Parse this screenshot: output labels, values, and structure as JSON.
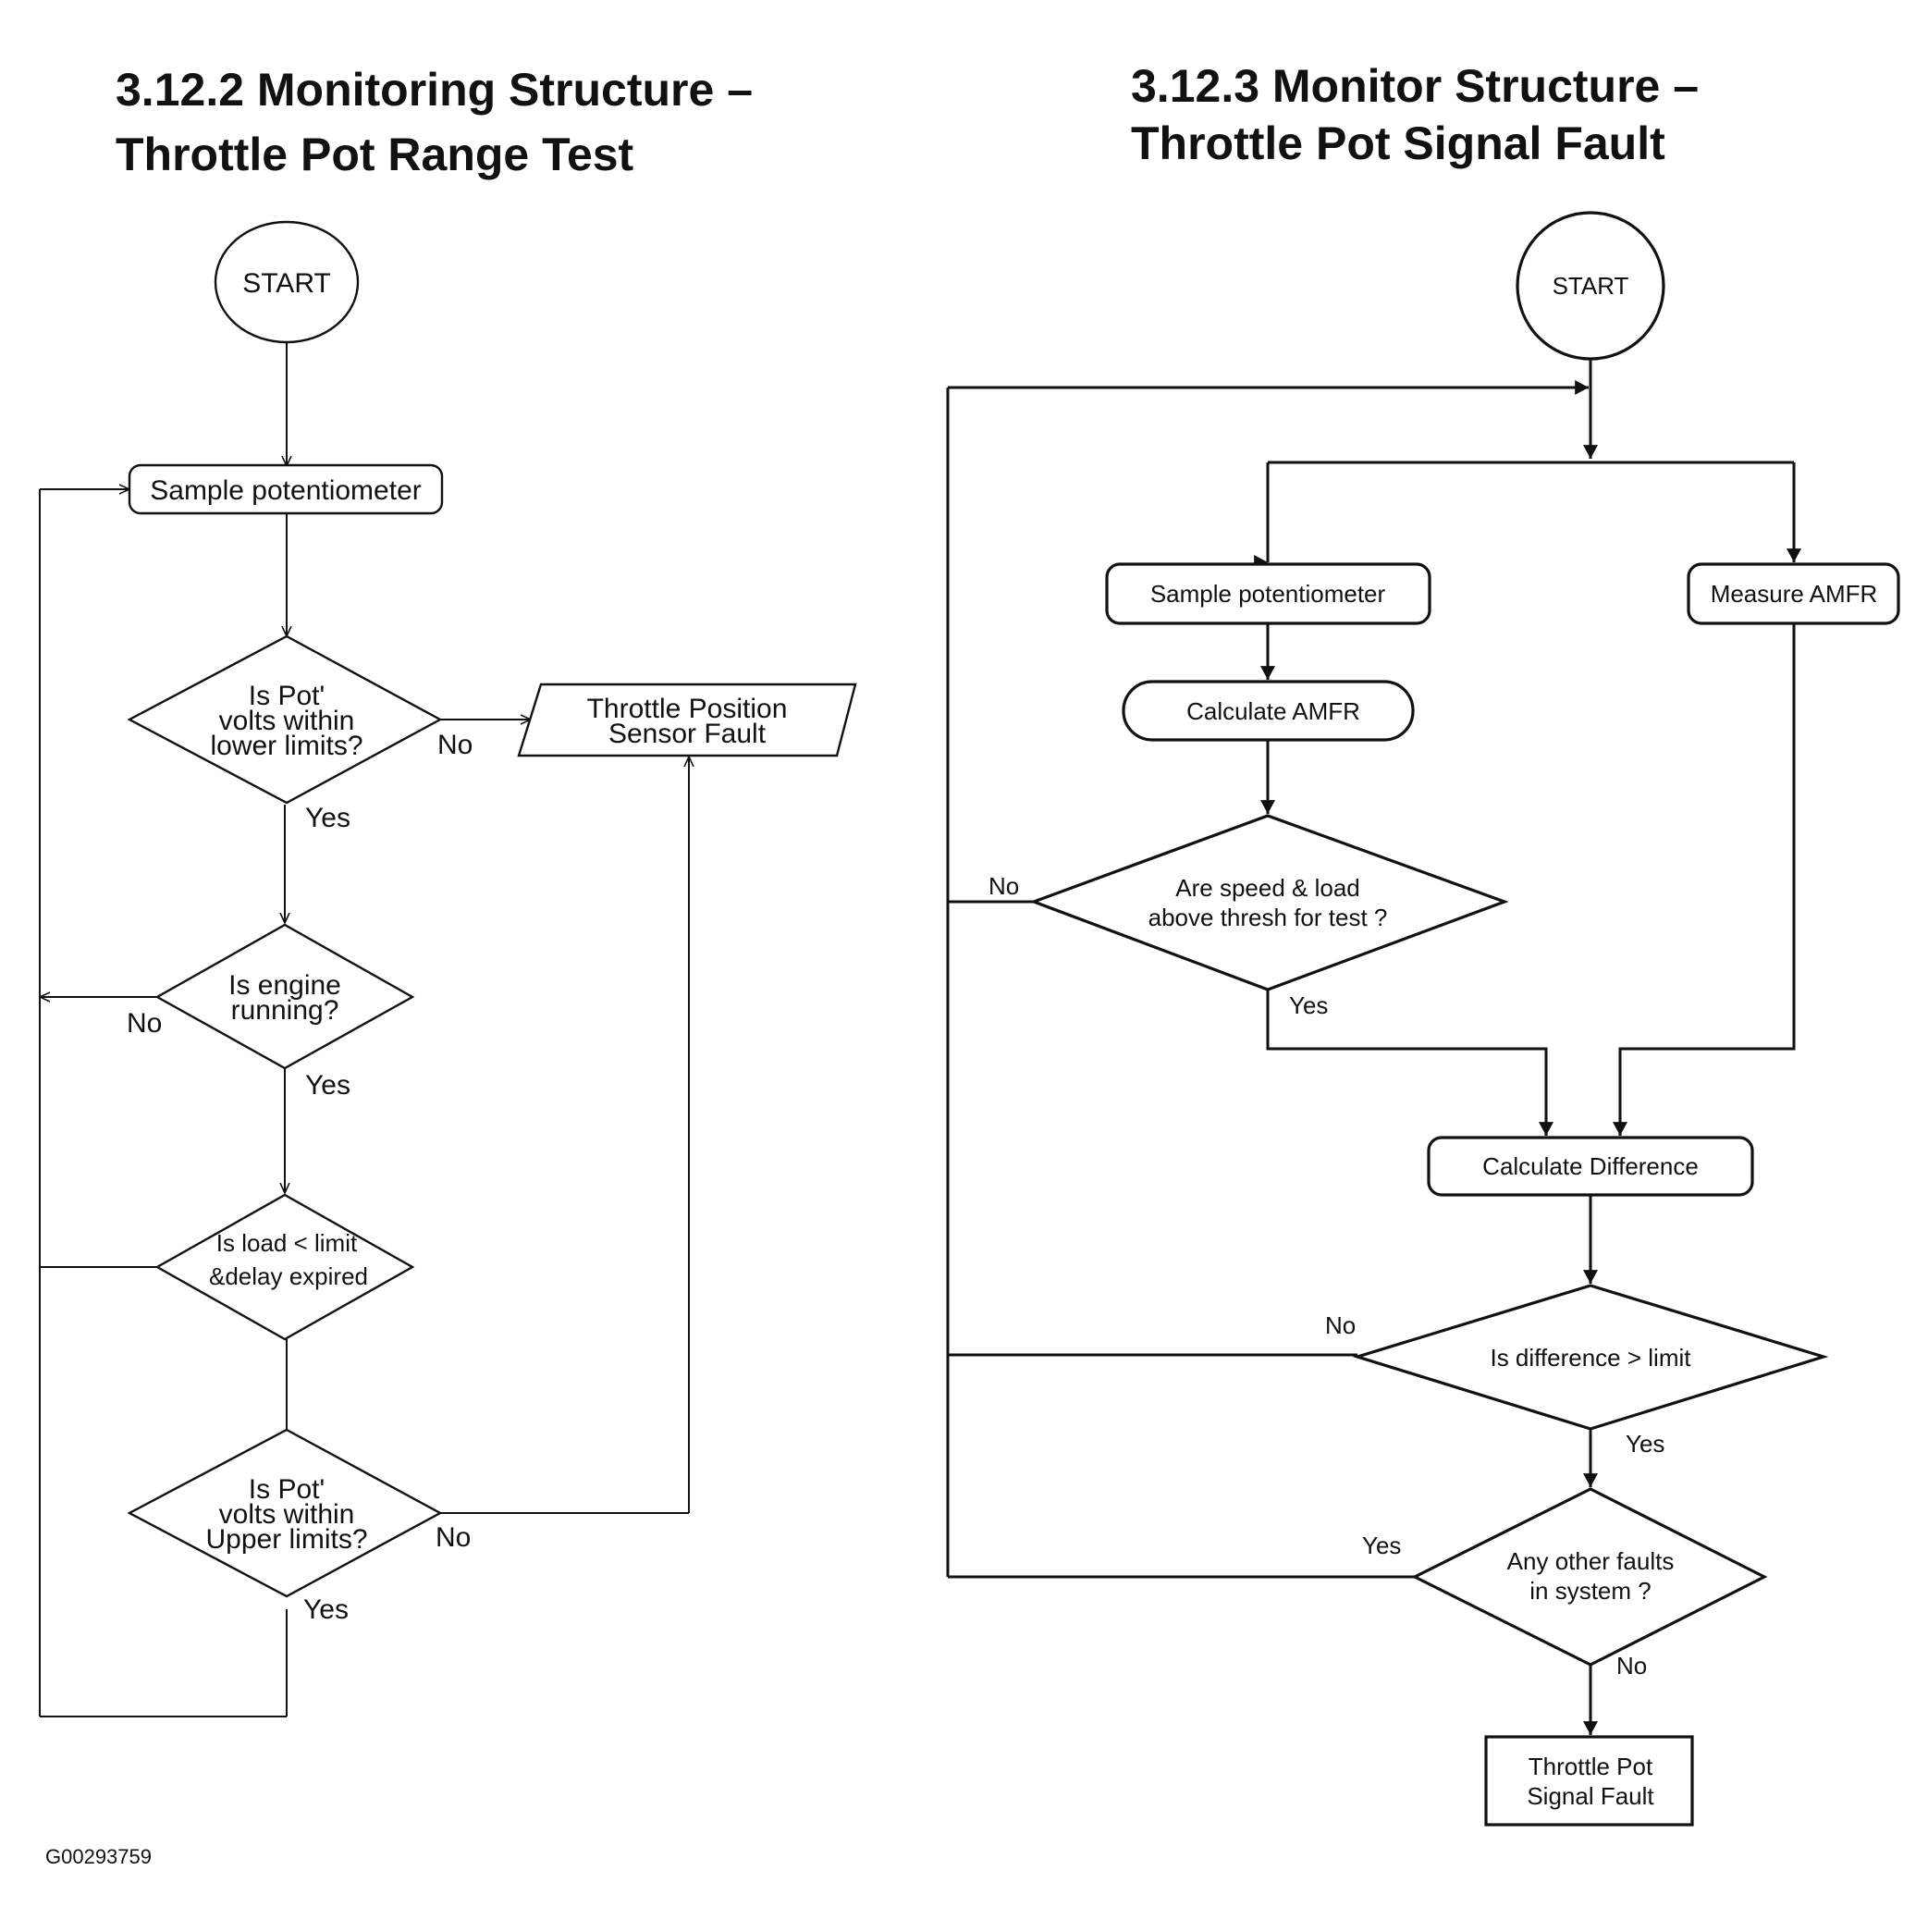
{
  "left": {
    "title_line1": "3.12.2 Monitoring Structure –",
    "title_line2": "Throttle Pot Range Test",
    "start": "START",
    "sample": "Sample potentiometer",
    "d1": [
      "Is Pot'",
      "volts within",
      "lower limits?"
    ],
    "fault": [
      "Throttle Position",
      "Sensor Fault"
    ],
    "d2": [
      "Is engine",
      "running?"
    ],
    "d3": [
      "Is load < limit",
      "&delay expired"
    ],
    "d4": [
      "Is Pot'",
      "volts within",
      "Upper limits?"
    ],
    "yes": "Yes",
    "no": "No"
  },
  "right": {
    "title_line1": "3.12.3 Monitor Structure –",
    "title_line2": "Throttle Pot Signal Fault",
    "start": "START",
    "sample": "Sample potentiometer",
    "measure": "Measure AMFR",
    "calc_amfr": "Calculate AMFR",
    "d1": [
      "Are speed & load",
      "above thresh for test ?"
    ],
    "calc_diff": "Calculate Difference",
    "d2": "Is difference > limit",
    "d3": [
      "Any other faults",
      "in system ?"
    ],
    "fault": [
      "Throttle Pot",
      "Signal Fault"
    ],
    "yes": "Yes",
    "no": "No"
  },
  "figure_code": "G00293759"
}
